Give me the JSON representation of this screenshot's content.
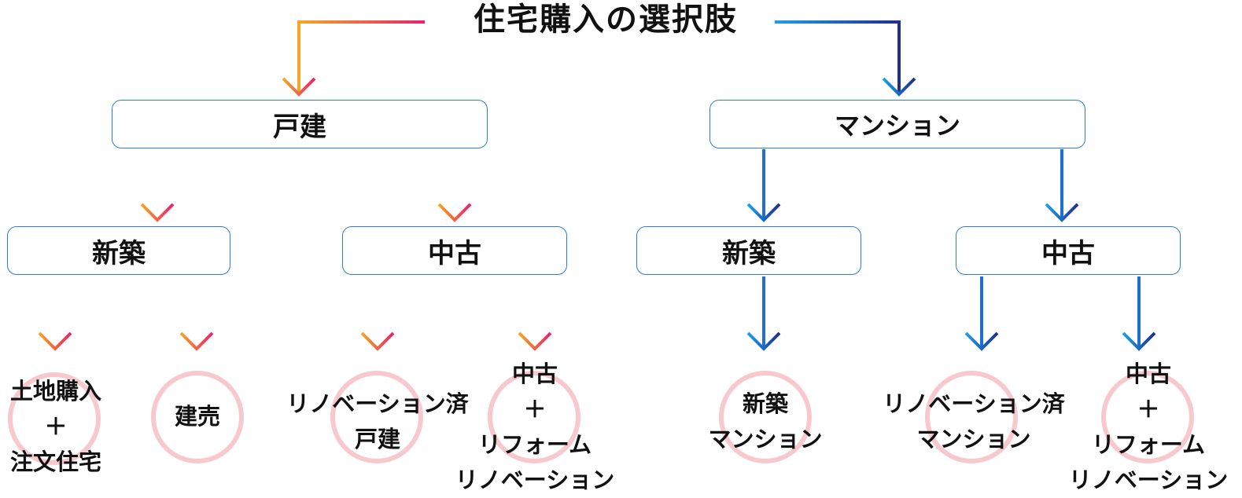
{
  "title": "住宅購入の選択肢",
  "colors": {
    "left_start": "#f6a623",
    "left_end": "#e8236f",
    "right_start": "#1ea0e6",
    "right_end": "#1e2f8f",
    "box_border": "#2e7bd1",
    "circle": "#f7c9cf"
  },
  "categories": {
    "house": {
      "label": "戸建",
      "new": "新築",
      "used": "中古"
    },
    "mansion": {
      "label": "マンション",
      "new": "新築",
      "used": "中古"
    }
  },
  "options": {
    "land_build": {
      "line1": "土地購入",
      "line2": "＋",
      "line3": "注文住宅"
    },
    "built_for_sale": {
      "line1": "建売"
    },
    "renovated_house": {
      "line1": "リノベーション済",
      "line2": "戸建"
    },
    "used_house_reform": {
      "line1": "中古",
      "line2": "＋",
      "line3": "リフォーム",
      "line4": "リノベーション"
    },
    "new_mansion": {
      "line1": "新築",
      "line2": "マンション"
    },
    "renovated_mansion": {
      "line1": "リノベーション済",
      "line2": "マンション"
    },
    "used_mansion_reform": {
      "line1": "中古",
      "line2": "＋",
      "line3": "リフォーム",
      "line4": "リノベーション"
    }
  }
}
